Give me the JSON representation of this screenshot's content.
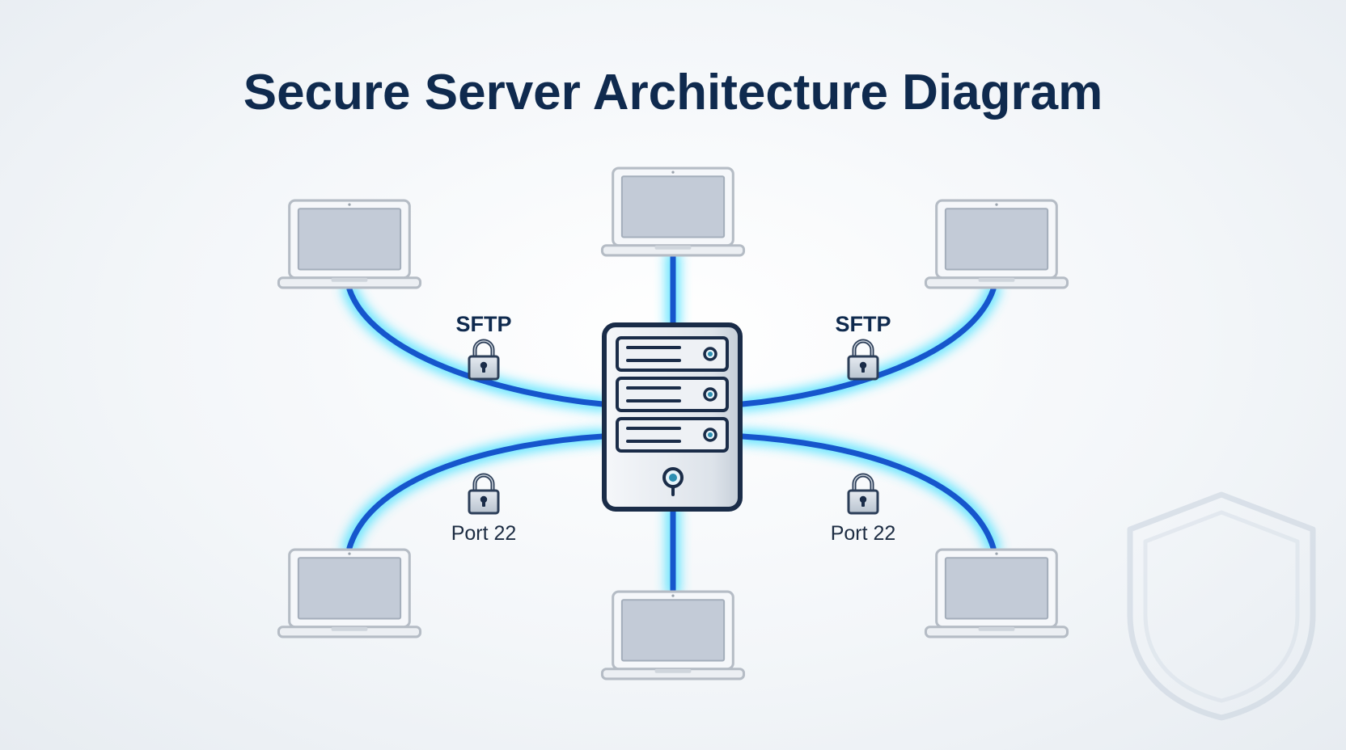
{
  "title": "Secure Server Architecture Diagram",
  "server": {
    "icon": "server-rack-icon"
  },
  "clients": [
    {
      "icon": "laptop-icon"
    },
    {
      "icon": "laptop-icon"
    },
    {
      "icon": "laptop-icon"
    },
    {
      "icon": "laptop-icon"
    },
    {
      "icon": "laptop-icon"
    },
    {
      "icon": "laptop-icon"
    }
  ],
  "connections": {
    "upper_label": "SFTP",
    "lower_label": "Port 22",
    "icon": "padlock-icon"
  },
  "background_icon": "shield-icon",
  "colors": {
    "title": "#0f2a4e",
    "link": "#1656cc",
    "glow": "#3fe0ff",
    "device_frame": "#b5bcc5",
    "screen": "#c3cbd7",
    "server_outline": "#1a2c48",
    "server_accent": "#2d8fb2",
    "lock": "#2c3e58"
  }
}
